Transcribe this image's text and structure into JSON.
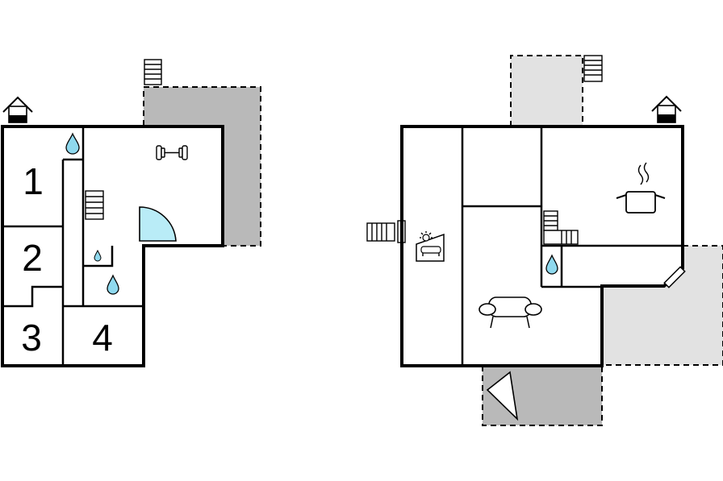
{
  "floor_plans": {
    "left": {
      "rooms": [
        {
          "number": "1"
        },
        {
          "number": "2"
        },
        {
          "number": "3"
        },
        {
          "number": "4"
        }
      ]
    }
  },
  "colors": {
    "terrace_dark": "#b9b9b9",
    "terrace_light": "#e2e2e2",
    "water": "#8fd9ee",
    "shower": "#b9ecf7",
    "wall": "#000000"
  },
  "icons": [
    "house-entrance-icon",
    "stairs-icon",
    "water-drop-icon",
    "dumbbell-icon",
    "shower-icon",
    "sofa-icon",
    "cooking-pot-icon",
    "sunroom-icon",
    "fireplace-icon",
    "door-icon"
  ]
}
